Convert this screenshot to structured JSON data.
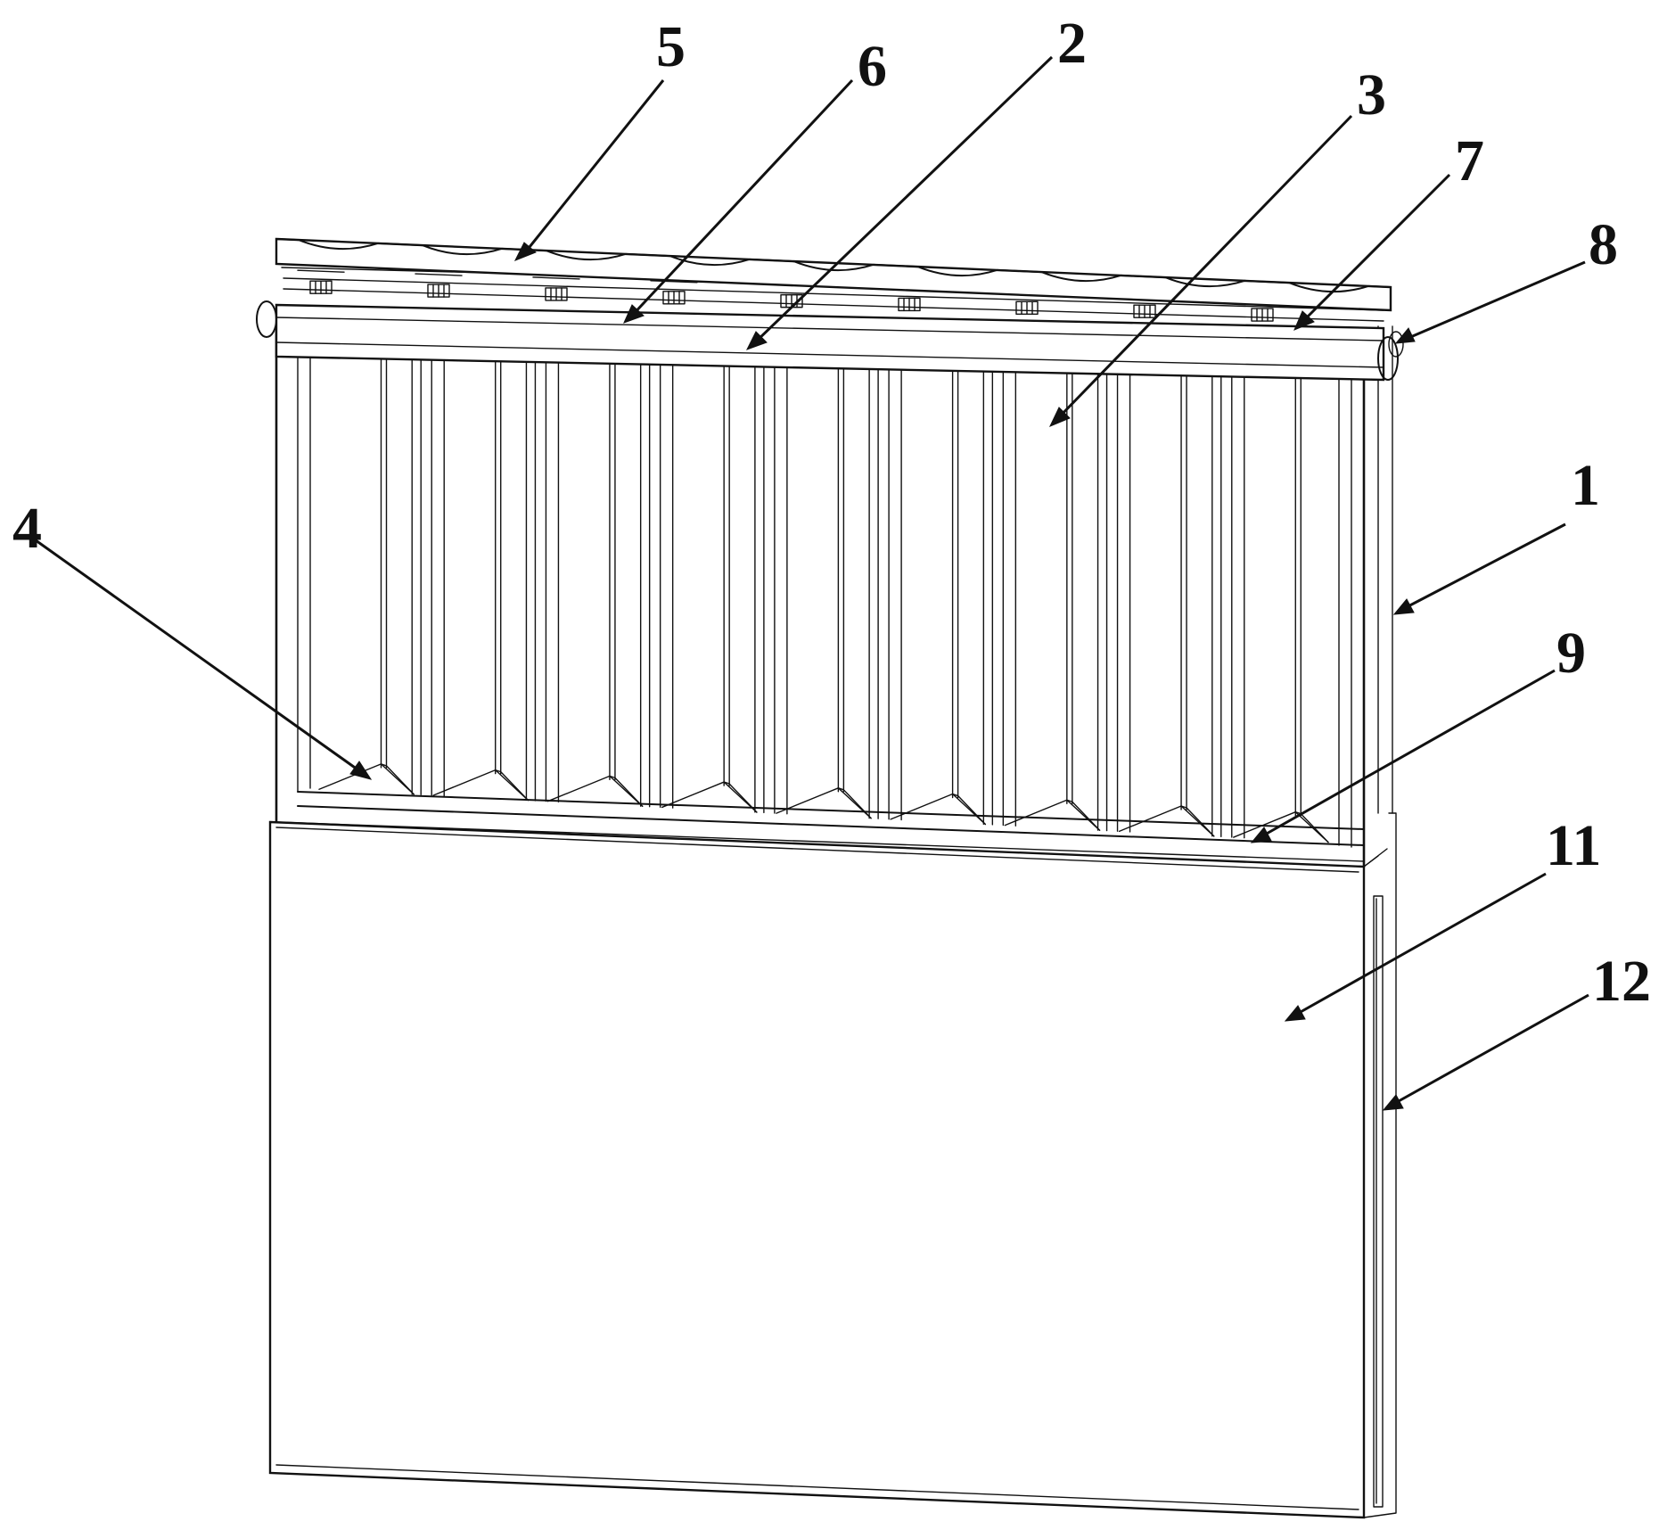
{
  "figure": {
    "callouts": [
      {
        "id": "c5",
        "label": "5"
      },
      {
        "id": "c6",
        "label": "6"
      },
      {
        "id": "c2",
        "label": "2"
      },
      {
        "id": "c3",
        "label": "3"
      },
      {
        "id": "c7",
        "label": "7"
      },
      {
        "id": "c8",
        "label": "8"
      },
      {
        "id": "c1",
        "label": "1"
      },
      {
        "id": "c4",
        "label": "4"
      },
      {
        "id": "c9",
        "label": "9"
      },
      {
        "id": "c11",
        "label": "11"
      },
      {
        "id": "c12",
        "label": "12"
      }
    ],
    "bay_count": 9,
    "scallop_count": 9
  }
}
